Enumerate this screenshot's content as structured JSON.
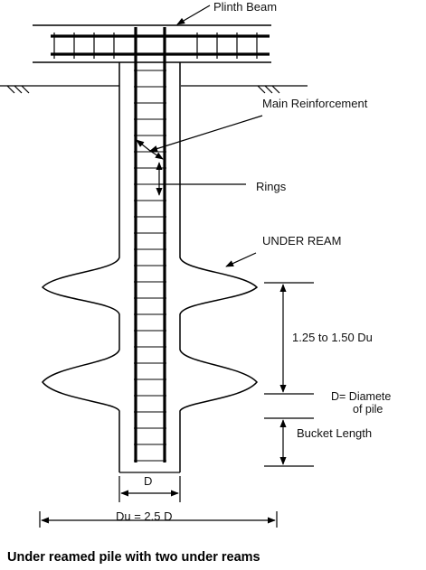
{
  "labels": {
    "plinth_beam": "Plinth Beam",
    "main_reinforcement": "Main Reinforcement",
    "rings": "Rings",
    "under_ream": "UNDER REAM",
    "spacing": "1.25 to 1.50  Du",
    "diameter_line1": "D= Diamete",
    "diameter_line2": "of pile",
    "bucket_length": "Bucket Length",
    "shaft_diameter": "D",
    "bulb_diameter": "Du = 2.5 D"
  },
  "caption": "Under reamed pile with two under reams",
  "colors": {
    "ink": "#000000",
    "background": "#ffffff"
  }
}
